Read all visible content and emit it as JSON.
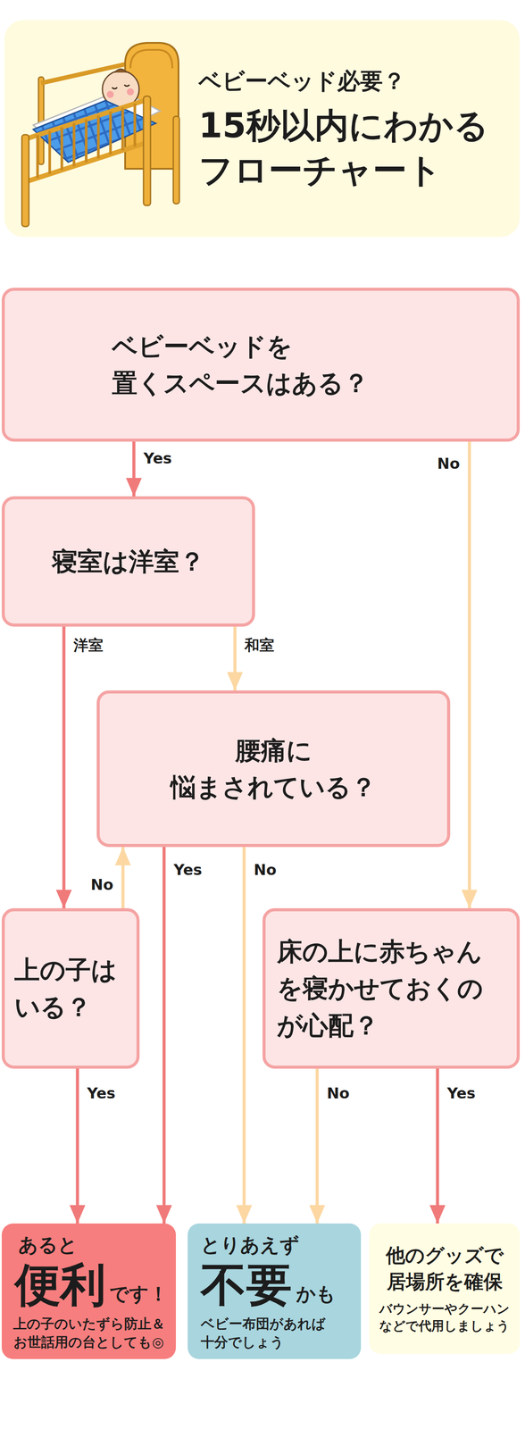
{
  "diagram": {
    "nodes": [
      {
        "text": [
          "ベビーベッド必要？",
          "15秒以内にわかる フローチャート"
        ]
      },
      {
        "text": [
          "ベビーベッドを 置くスペースはある？"
        ]
      },
      {
        "text": [
          "寝室は洋室？"
        ]
      },
      {
        "text": [
          "腰痛に 悩まされている？"
        ]
      },
      {
        "text": [
          "上の子は いる？"
        ]
      },
      {
        "text": [
          "床の上に赤ちゃん を寝かせておくの が心配？"
        ]
      },
      {
        "text": [
          "あると",
          "便利",
          "です！",
          "上の子のいたずら防止＆ お世話用の台としても◎"
        ]
      },
      {
        "text": [
          "とりあえず",
          "不要",
          "かも",
          "ベビー布団があれば 十分でしょう"
        ]
      },
      {
        "text": [
          "他のグッズで 居場所を確保",
          "バウンサーやクーハン などで代用しましょう"
        ]
      }
    ],
    "edges": [
      {
        "from": 1,
        "to": 2,
        "label": "Yes",
        "arrow": "to"
      },
      {
        "from": 1,
        "to": 5,
        "label": "No",
        "arrow": "to"
      },
      {
        "from": 2,
        "to": 4,
        "label": "洋室",
        "arrow": "to"
      },
      {
        "from": 2,
        "to": 3,
        "label": "和室",
        "arrow": "to"
      },
      {
        "from": 4,
        "to": 3,
        "label": "No",
        "arrow": "to"
      },
      {
        "from": 3,
        "to": 6,
        "label": "Yes",
        "arrow": "to"
      },
      {
        "from": 3,
        "to": 7,
        "label": "No",
        "arrow": "to"
      },
      {
        "from": 4,
        "to": 6,
        "label": "Yes",
        "arrow": "to"
      },
      {
        "from": 5,
        "to": 7,
        "label": "No",
        "arrow": "to"
      },
      {
        "from": 5,
        "to": 8,
        "label": "Yes",
        "arrow": "to"
      }
    ]
  }
}
